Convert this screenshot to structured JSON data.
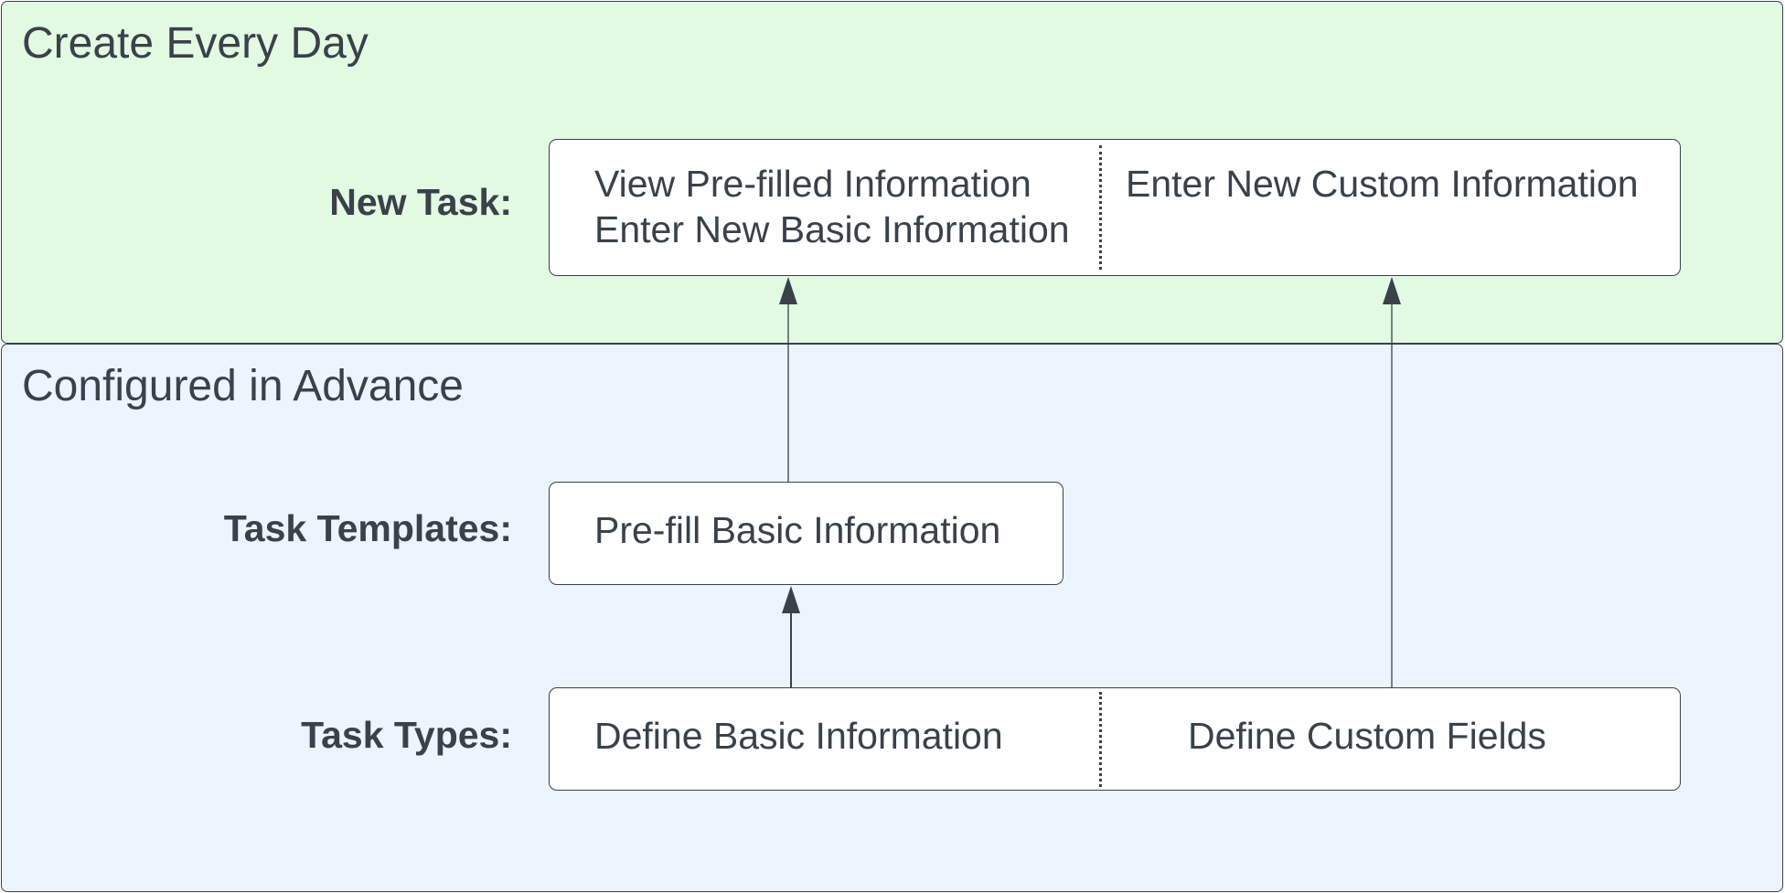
{
  "lanes": {
    "top": {
      "title": "Create Every Day",
      "color": "#e2f9e2"
    },
    "bottom": {
      "title": "Configured in Advance",
      "color": "#ecf4fd"
    }
  },
  "rows": {
    "new_task": {
      "label": "New Task:",
      "left_lines": [
        "View Pre-filled Information",
        "Enter New Basic Information"
      ],
      "right_lines": [
        "Enter New Custom Information"
      ]
    },
    "task_templates": {
      "label": "Task Templates:",
      "text": "Pre-fill Basic Information"
    },
    "task_types": {
      "label": "Task Types:",
      "left_text": "Define Basic Information",
      "right_text": "Define Custom Fields"
    }
  },
  "connectors": [
    {
      "from": "task_types.left",
      "to": "task_templates"
    },
    {
      "from": "task_templates",
      "to": "new_task.left"
    },
    {
      "from": "task_types.right",
      "to": "new_task.right"
    }
  ],
  "colors": {
    "stroke": "#3a414a",
    "text": "#3a414a",
    "box_fill": "#ffffff"
  }
}
